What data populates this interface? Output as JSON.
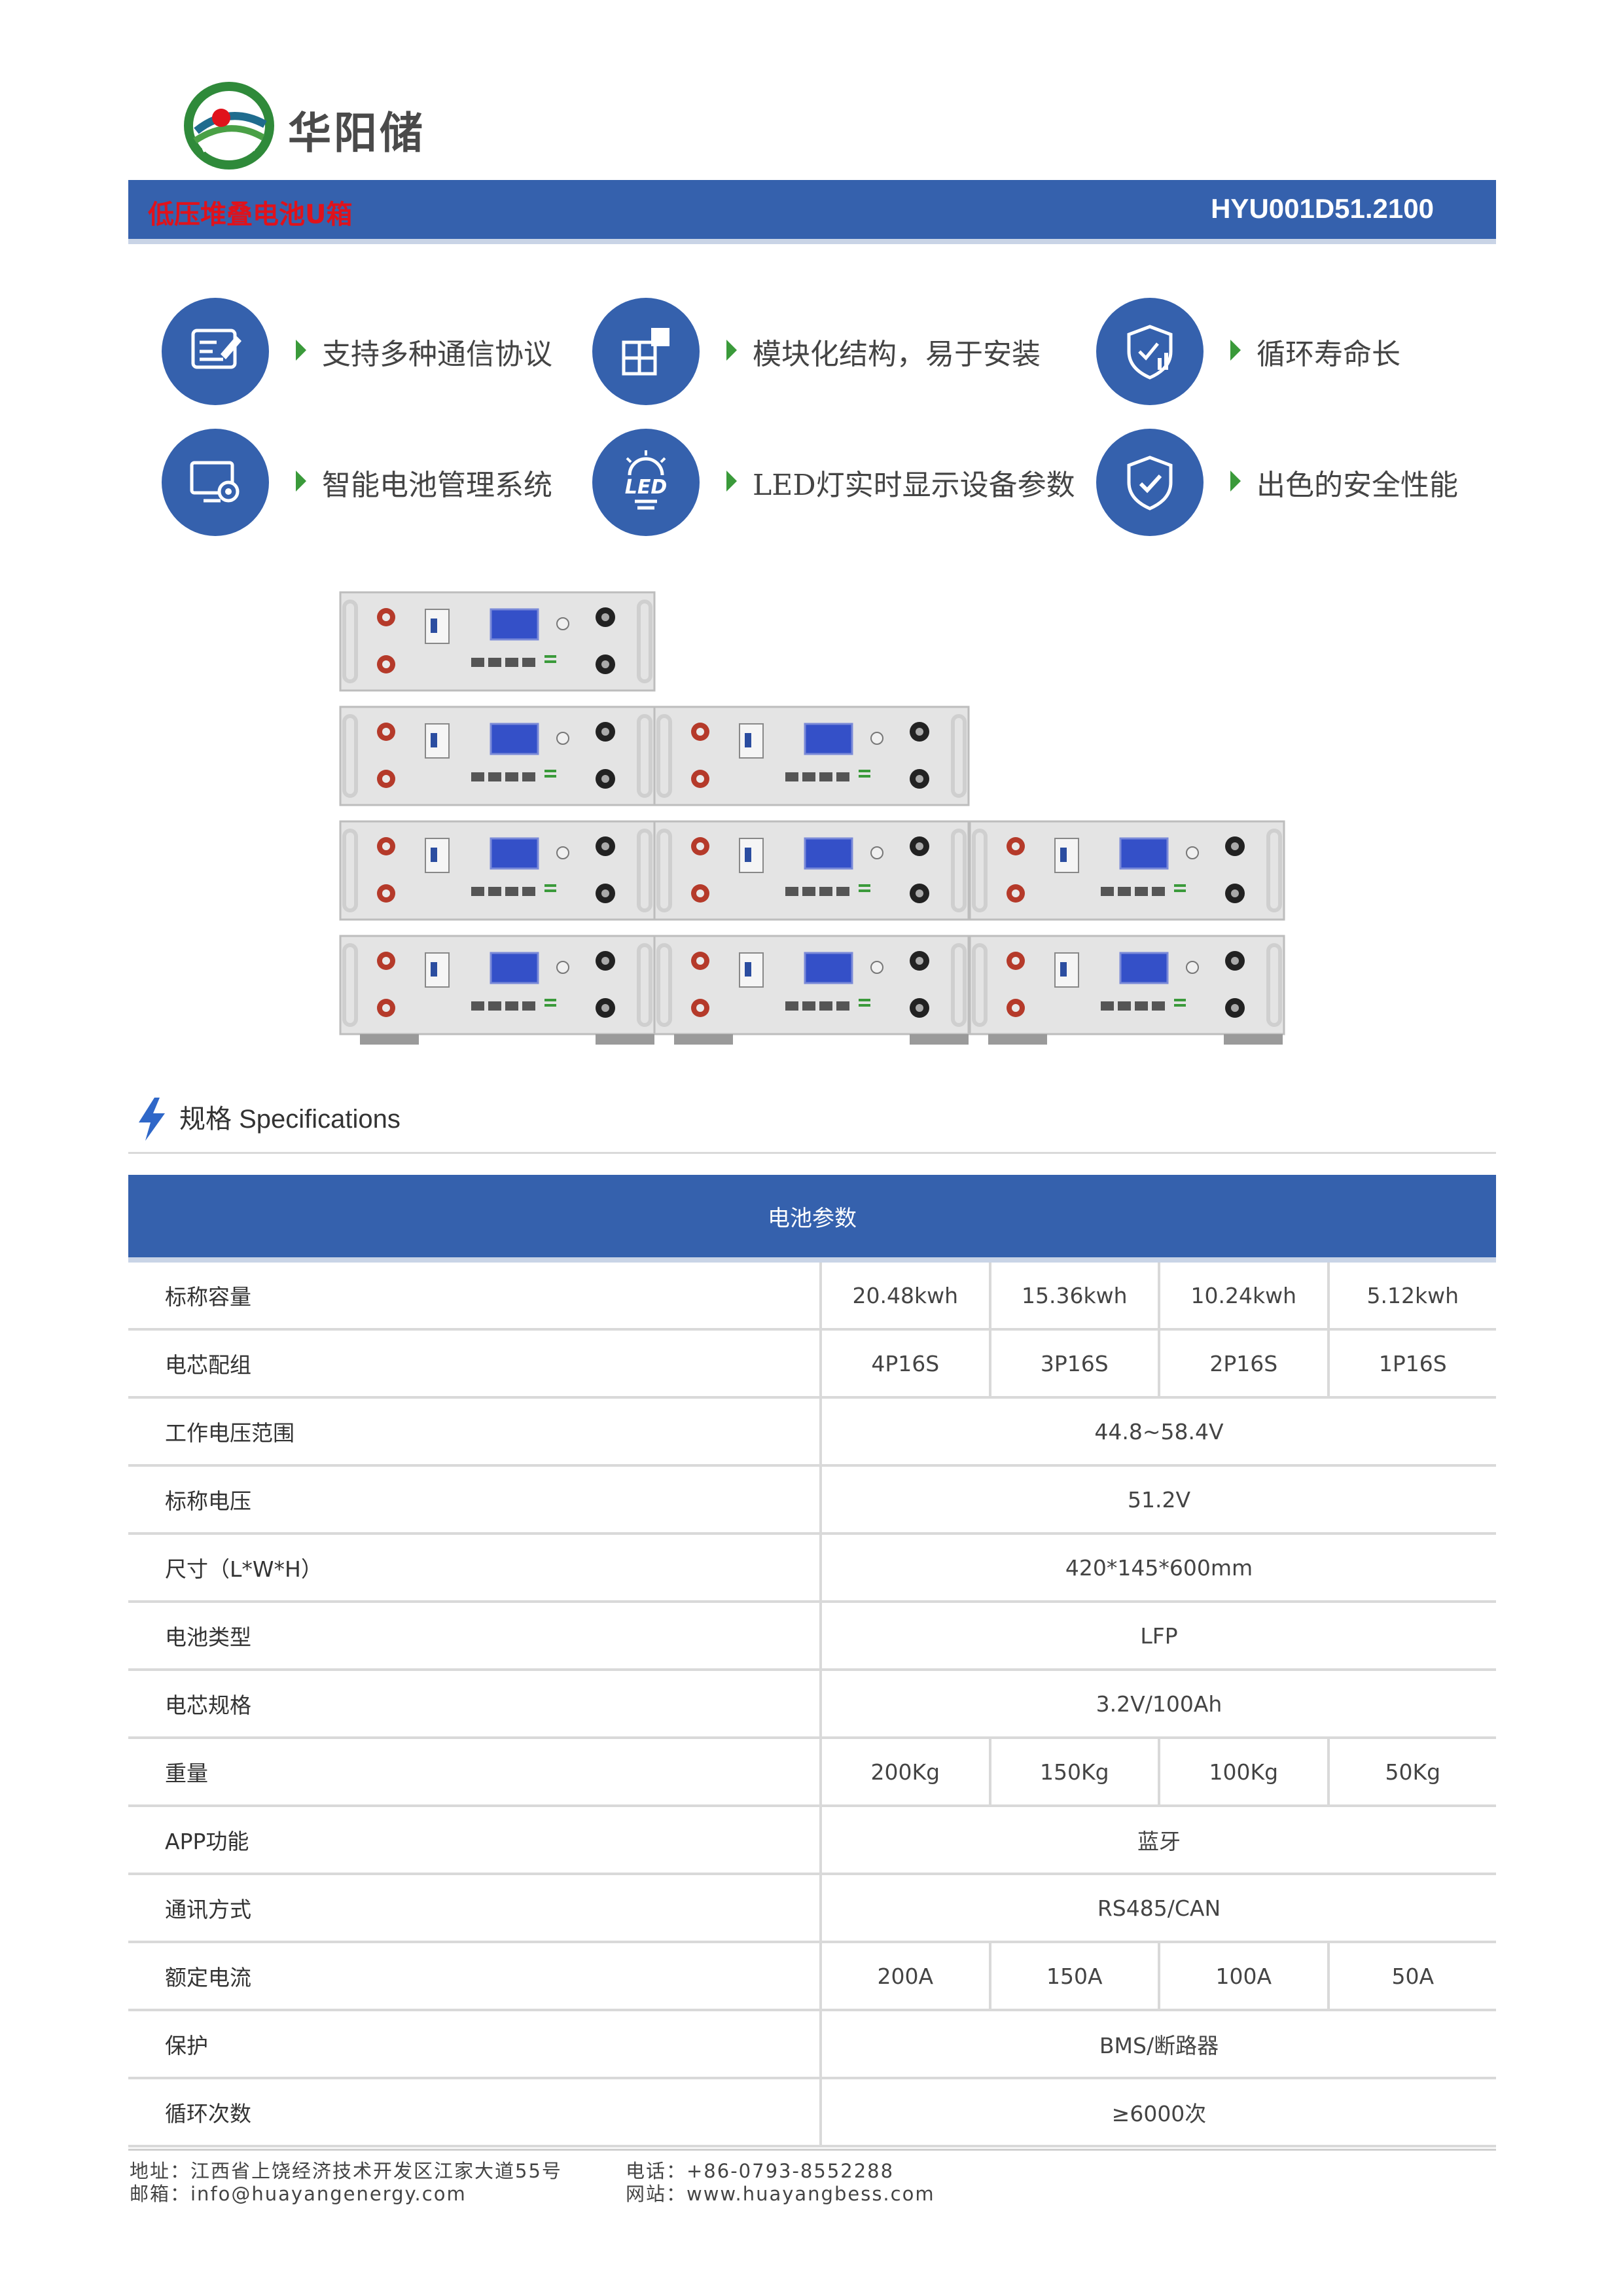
{
  "brand": {
    "name": "华阳储"
  },
  "title_bar": {
    "left": "低压堆叠电池U箱",
    "right": "HYU001D51.2100"
  },
  "features": [
    {
      "icon": "document-edit-icon",
      "label": "支持多种通信协议"
    },
    {
      "icon": "modules-icon",
      "label": "模块化结构，易于安装"
    },
    {
      "icon": "shield-chart-icon",
      "label": "循环寿命长"
    },
    {
      "icon": "monitor-gear-icon",
      "label": "智能电池管理系统"
    },
    {
      "icon": "led-icon",
      "label": "LED灯实时显示设备参数",
      "icon_text": "LED"
    },
    {
      "icon": "shield-check-icon",
      "label": "出色的安全性能"
    }
  ],
  "specs": {
    "heading": "规格 Specifications",
    "table_title": "电池参数",
    "rows": [
      {
        "label": "标称容量",
        "values": [
          "20.48kwh",
          "15.36kwh",
          "10.24kwh",
          "5.12kwh"
        ]
      },
      {
        "label": "电芯配组",
        "values": [
          "4P16S",
          "3P16S",
          "2P16S",
          "1P16S"
        ]
      },
      {
        "label": "工作电压范围",
        "value": "44.8~58.4V"
      },
      {
        "label": "标称电压",
        "value": "51.2V"
      },
      {
        "label": "尺寸（L*W*H）",
        "value": "420*145*600mm"
      },
      {
        "label": "电池类型",
        "value": "LFP"
      },
      {
        "label": "电芯规格",
        "value": "3.2V/100Ah"
      },
      {
        "label": "重量",
        "values": [
          "200Kg",
          "150Kg",
          "100Kg",
          "50Kg"
        ]
      },
      {
        "label": "APP功能",
        "value": "蓝牙"
      },
      {
        "label": "通讯方式",
        "value": "RS485/CAN"
      },
      {
        "label": "额定电流",
        "values": [
          "200A",
          "150A",
          "100A",
          "50A"
        ]
      },
      {
        "label": "保护",
        "value": "BMS/断路器"
      },
      {
        "label": "循环次数",
        "value": "≥6000次"
      }
    ]
  },
  "footer": {
    "address": "地址：江西省上饶经济技术开发区江家大道55号",
    "email": "邮箱：info@huayangenergy.com",
    "phone": "电话：+86-0793-8552288",
    "website": "网站：www.huayangbess.com"
  },
  "colors": {
    "primary": "#3561ad",
    "title_red": "#e0121b",
    "arrow_green": "#3a9a3a"
  }
}
